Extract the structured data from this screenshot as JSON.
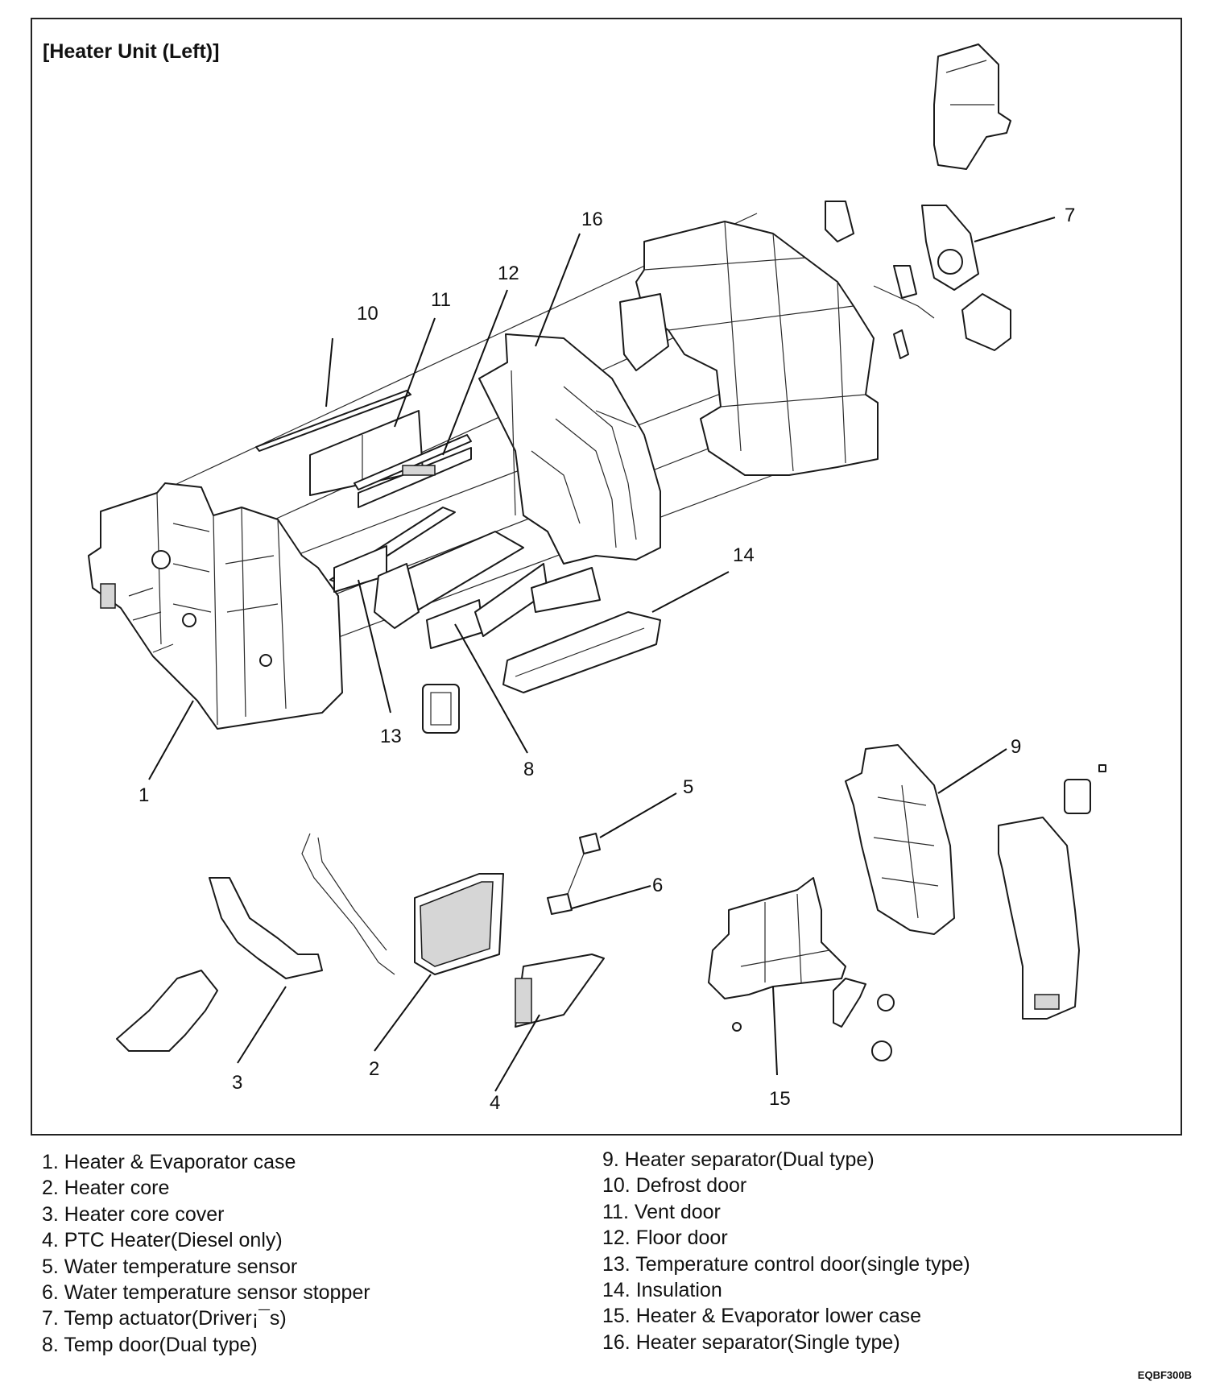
{
  "title": "[Heater Unit (Left)]",
  "figure_code": "EQBF300B",
  "callouts": [
    "1",
    "2",
    "3",
    "4",
    "5",
    "6",
    "7",
    "8",
    "9",
    "10",
    "11",
    "12",
    "13",
    "14",
    "15",
    "16"
  ],
  "legend_left": [
    "1. Heater & Evaporator case",
    "2. Heater core",
    "3. Heater core cover",
    "4. PTC Heater(Diesel only)",
    "5. Water temperature sensor",
    "6. Water temperature sensor stopper",
    "7. Temp actuator(Driver¡¯s)",
    "8. Temp door(Dual type)"
  ],
  "legend_right": [
    "9. Heater separator(Dual type)",
    "10. Defrost door",
    "11. Vent door",
    "12. Floor door",
    "13. Temperature control door(single type)",
    "14. Insulation",
    "15. Heater & Evaporator lower case",
    "16. Heater separator(Single type)"
  ]
}
